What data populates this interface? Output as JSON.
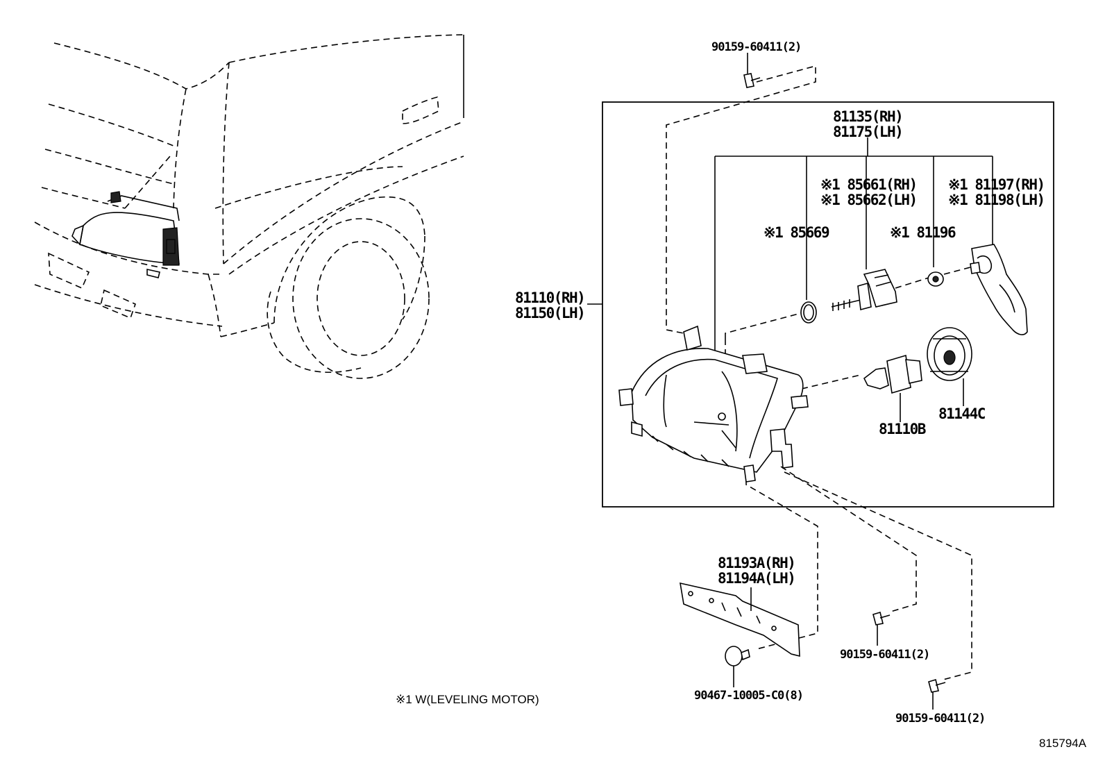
{
  "labels": {
    "bolt_top": "90159-60411(2)",
    "unit_rh": "81135(RH)",
    "unit_lh": "81175(LH)",
    "motor_rh": "※1 85661(RH)",
    "motor_lh": "※1 85662(LH)",
    "cover_rh": "※1 81197(RH)",
    "cover_lh": "※1 81198(LH)",
    "oring": "※1 85669",
    "grommet": "※1 81196",
    "lamp_rh": "81110(RH)",
    "lamp_lh": "81150(LH)",
    "bulb": "81110B",
    "socket_cover": "81144C",
    "bracket_rh": "81193A(RH)",
    "bracket_lh": "81194A(LH)",
    "clip": "90467-10005-C0(8)",
    "bolt_mid": "90159-60411(2)",
    "bolt_bottom": "90159-60411(2)",
    "footnote": "※1  W(LEVELING MOTOR)",
    "diagram_id": "815794A"
  },
  "colors": {
    "line": "#000000",
    "background": "#ffffff"
  },
  "icons": [
    "car-front-view",
    "headlamp-assembly",
    "bolt-icon",
    "clip-icon",
    "bulb-icon"
  ]
}
